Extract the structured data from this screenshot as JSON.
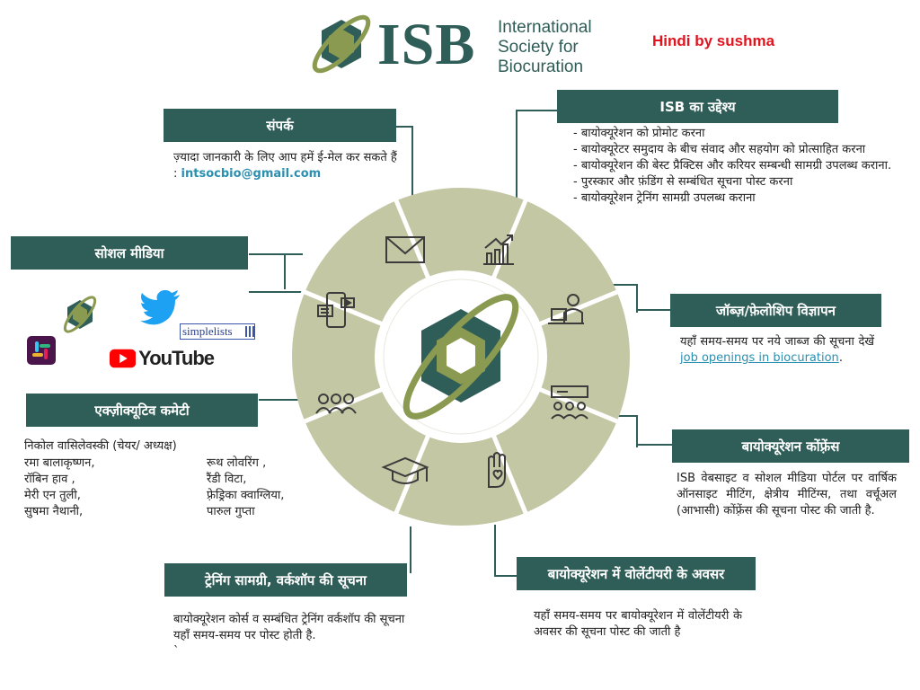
{
  "header": {
    "logo_acronym": "ISB",
    "org_line1": "International",
    "org_line2": "Society for",
    "org_line3": "Biocuration",
    "credit": "Hindi by sushma"
  },
  "colors": {
    "teal": "#2f5d57",
    "olive": "#8a9a50",
    "wheel": "#c3c7a4",
    "credit_red": "#e0141e",
    "link": "#2a8fb0"
  },
  "wheel_icons": [
    "mail-icon",
    "growth-chart-icon",
    "person-laptop-icon",
    "conference-icon",
    "raised-hand-icon",
    "graduation-cap-icon",
    "people-icon",
    "mobile-chat-icon"
  ],
  "sections": {
    "contact": {
      "title": "संपर्क",
      "text": "ज़्यादा जानकारी के लिए आप हमें ई-मेल कर सकते हैं :",
      "email": "intsocbio@gmail.com"
    },
    "aims": {
      "title": "ISB का उद्देश्य",
      "items": [
        "- बायोक्यूरेशन को प्रोमोट करना",
        "- बायोक्यूरेटर समुदाय के बीच संवाद और सहयोग को प्रोत्साहित करना",
        "- बायोक्यूरेशन की बेस्ट प्रैक्टिस और करियर सम्बन्धी सामग्री उपलब्ध कराना.",
        "- पुरस्कार और फ़ंडिंग से सम्बंधित सूचना पोस्ट करना",
        "- बायोक्यूरेशन ट्रेनिंग सामग्री उपलब्ध कराना"
      ]
    },
    "social": {
      "title": "सोशल मीडिया",
      "simplelists": "simplelists",
      "youtube": "YouTube"
    },
    "jobs": {
      "title": "जॉब्ज़/फ़ेलोशिप विज्ञापन",
      "text": "यहाँ समय-समय पर नये जाब्ज की सूचना देखें",
      "link": "job openings in biocuration",
      "after": "."
    },
    "executive": {
      "title": "एक्ज़ीक्यूटिव कमेटी",
      "first": "निकोल वासिलेवस्की (चेयर/ अध्यक्ष)",
      "col1": [
        "रमा बालाकृष्णन,",
        "रॉबिन हाव ,",
        "मेरी एन तुली,",
        "सुषमा नैथानी,"
      ],
      "col2": [
        "रूथ लोवरिंग ,",
        "रैंडी विटा,",
        "फ़्रेड्रिका क्वाग्लिया,",
        "पारुल गुप्ता"
      ]
    },
    "conference": {
      "title": "बायोक्यूरेशन कोंफ़्रेंस",
      "text": "ISB वेबसाइट व सोशल मीडिया पोर्टल पर वार्षिक ऑनसाइट मीटिंग, क्षेत्रीय मीटिंग्स, तथा वर्चूअल (आभासी) कोंफ़्रेंस की सूचना पोस्ट की जाती है."
    },
    "training": {
      "title": "ट्रेनिंग सामग्री, वर्कशॉप की सूचना",
      "text": "बायोक्यूरेशन कोर्स व सम्बंधित ट्रेनिंग वर्कशॉप की सूचना यहाँ समय-समय पर पोस्ट होती है.",
      "mark": "`"
    },
    "volunteer": {
      "title": "बायोक्यूरेशन में वोलेंटीयरी के अवसर",
      "text": "यहाँ समय-समय पर बायोक्यूरेशन में वोलेंटीयरी के अवसर की सूचना पोस्ट की जाती है"
    }
  }
}
